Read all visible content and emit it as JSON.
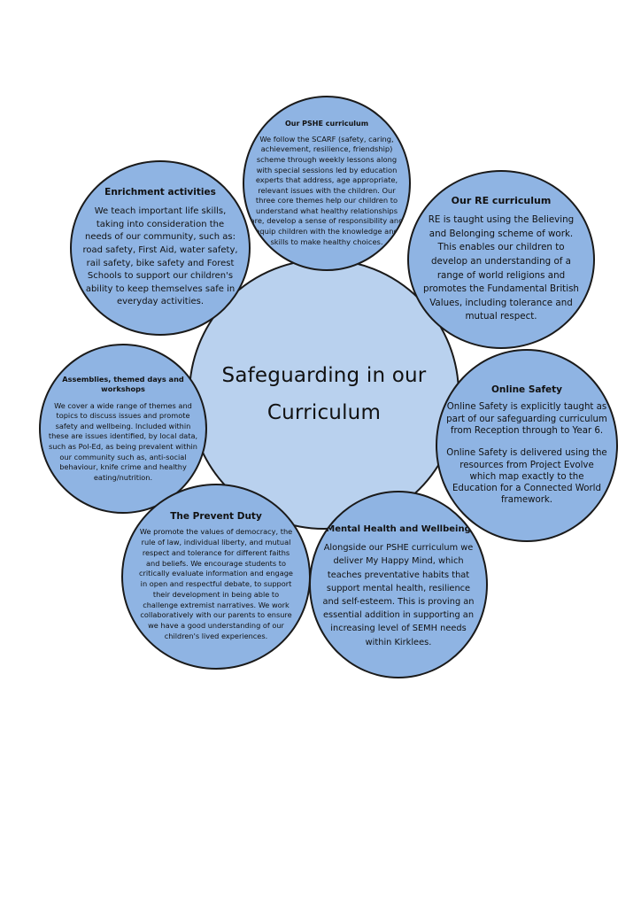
{
  "center": {
    "line1": "Safeguarding in our",
    "line2": "Curriculum"
  },
  "pshe": {
    "title": "Our PSHE curriculum",
    "body": "We follow the SCARF (safety, caring, achievement, resilience, friendship) scheme through weekly lessons along with special sessions led by education experts that address, age appropriate, relevant issues with the children. Our three core themes help our children to understand what healthy relationships are, develop a sense of responsibility and equip children with the knowledge and skills to make healthy choices."
  },
  "enrichment": {
    "title": "Enrichment activities",
    "body": "We teach important life skills, taking into consideration the needs of our community, such as: road safety, First Aid, water safety,  rail safety, bike safety and Forest Schools to support our children's ability to keep themselves safe in everyday activities."
  },
  "re": {
    "title": "Our RE curriculum",
    "body": "RE is taught using the Believing and Belonging scheme of work. This enables our children to develop an understanding of a range of world religions and promotes the Fundamental British Values, including tolerance and mutual respect."
  },
  "assemblies": {
    "title": "Assemblies, themed days and workshops",
    "body": "We cover a wide range of themes and topics to discuss issues and promote safety and wellbeing. Included within these are issues identified, by local data, such as Pol-Ed, as being prevalent within our community such as, anti-social behaviour, knife crime and healthy eating/nutrition."
  },
  "online": {
    "title": "Online Safety",
    "body1": "Online Safety is explicitly taught as part of our safeguarding curriculum from Reception through to Year 6.",
    "body2": "Online Safety is delivered using the resources from Project Evolve which map exactly to the Education for a Connected World framework."
  },
  "prevent": {
    "title": "The Prevent Duty",
    "body": "We promote the values of democracy, the rule of law, individual liberty, and mutual respect and tolerance for different faiths and beliefs.  We encourage students to critically evaluate information and engage in open and respectful debate, to support their development in being able to challenge extremist narratives.  We work collaboratively with our parents to ensure we have a good understanding of our children's lived experiences."
  },
  "mental": {
    "title": "Mental Health and Wellbeing",
    "body": "Alongside our PSHE curriculum we deliver My Happy Mind, which teaches preventative habits that support mental health, resilience and self-esteem. This is proving an essential addition in supporting an increasing level of SEMH needs within Kirklees."
  }
}
